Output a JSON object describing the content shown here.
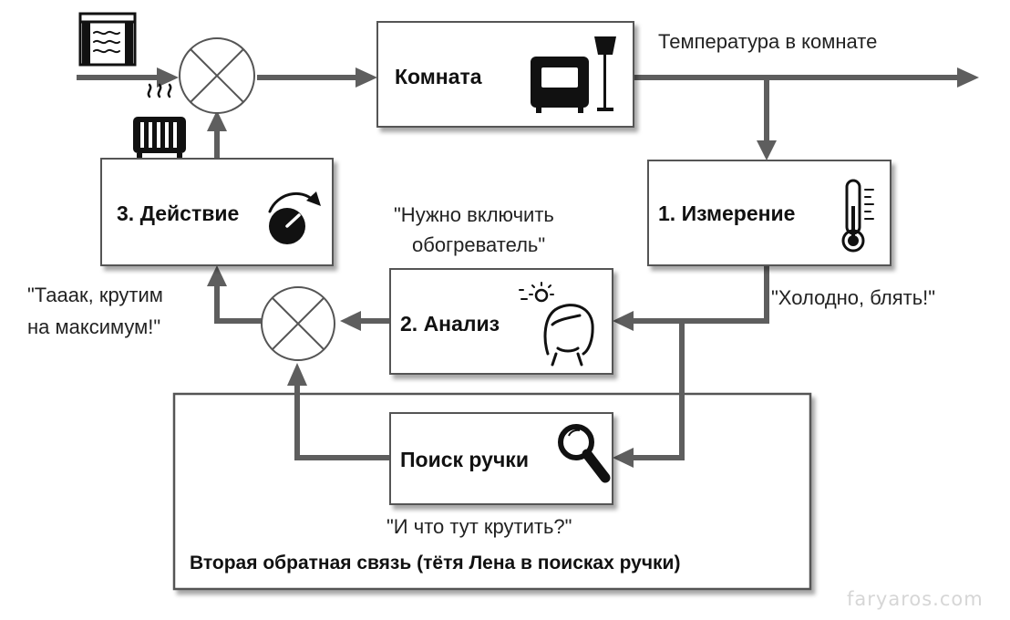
{
  "blocks": {
    "room": "Комната",
    "measure": "1. Измерение",
    "analysis": "2. Анализ",
    "action": "3. Действие",
    "search": "Поиск ручки"
  },
  "signals": {
    "output": "Температура в комнате"
  },
  "quotes": {
    "measure": "\"Холодно, блять!\"",
    "analysis_line1": "\"Нужно включить",
    "analysis_line2": "обогреватель\"",
    "action_line1": "\"Тааак, крутим",
    "action_line2": "на максимум!\"",
    "search": "\"И что тут крутить?\""
  },
  "loop_caption": "Вторая обратная связь (тётя Лена в поисках ручки)",
  "watermark": "faryaros.com",
  "icons": {
    "window": "window-curtains-icon",
    "room": "armchair-lamp-icon",
    "heater": "radiator-heater-icon",
    "action": "turn-knob-icon",
    "measure": "thermometer-icon",
    "analysis": "person-idea-icon",
    "search": "magnifier-icon",
    "summing": "summing-junction-icon"
  },
  "colors": {
    "wire": "#5e5e5e",
    "border": "#555555",
    "text": "#111111",
    "watermark": "#d6d6d6"
  }
}
